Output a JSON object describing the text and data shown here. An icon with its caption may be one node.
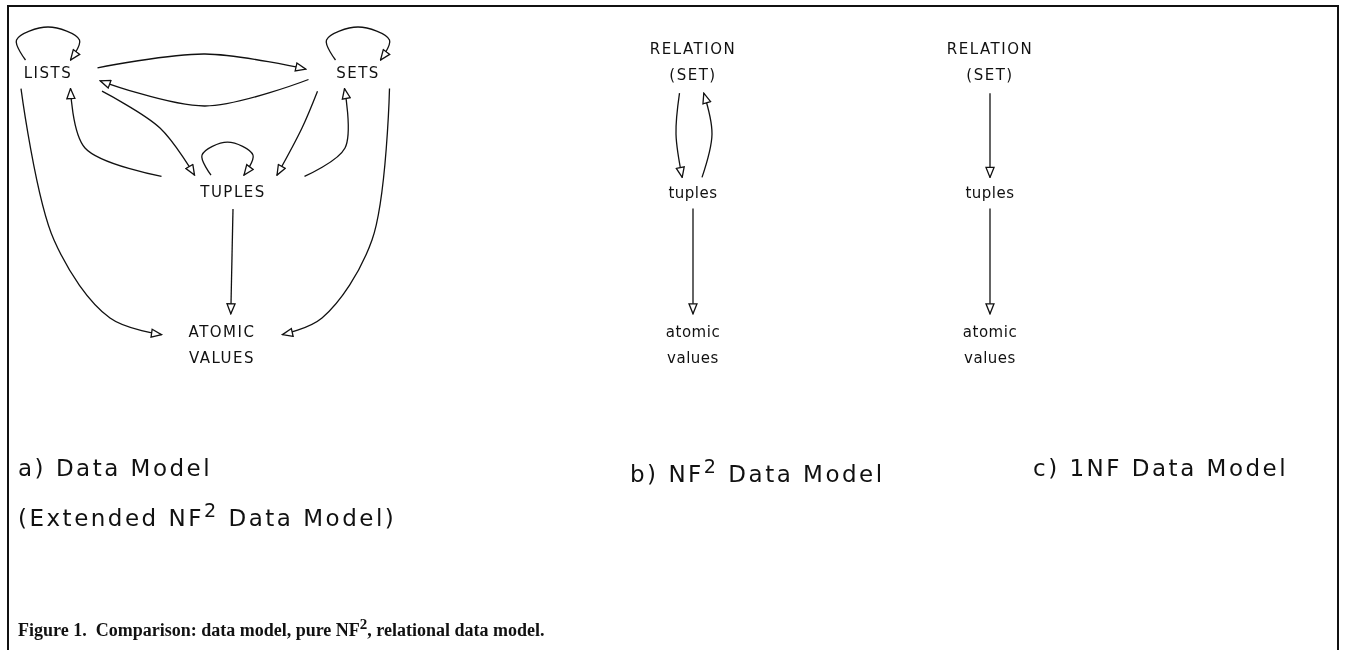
{
  "diagram": {
    "caption": "Figure 1.  Comparison: data model, pure NF$^{2}$, relational data model.",
    "nodes": [
      {
        "text": [
          "LISTS"
        ]
      },
      {
        "text": [
          "SETS"
        ]
      },
      {
        "text": [
          "TUPLES"
        ]
      },
      {
        "text": [
          "ATOMIC VALUES"
        ]
      },
      {
        "text": [
          "RELATION (SET)"
        ]
      },
      {
        "text": [
          "tuples"
        ]
      },
      {
        "text": [
          "atomic values"
        ]
      },
      {
        "text": [
          "RELATION (SET)"
        ]
      },
      {
        "text": [
          "tuples"
        ]
      },
      {
        "text": [
          "atomic values"
        ]
      }
    ],
    "edges": [
      {
        "from": 0,
        "to": 0,
        "arrow": "to"
      },
      {
        "from": 1,
        "to": 1,
        "arrow": "to"
      },
      {
        "from": 0,
        "to": 1,
        "arrow": "to"
      },
      {
        "from": 1,
        "to": 0,
        "arrow": "to"
      },
      {
        "from": 2,
        "to": 0,
        "arrow": "to"
      },
      {
        "from": 0,
        "to": 2,
        "arrow": "to"
      },
      {
        "from": 1,
        "to": 2,
        "arrow": "to"
      },
      {
        "from": 2,
        "to": 1,
        "arrow": "to"
      },
      {
        "from": 2,
        "to": 2,
        "arrow": "to"
      },
      {
        "from": 0,
        "to": 3,
        "arrow": "to"
      },
      {
        "from": 2,
        "to": 3,
        "arrow": "to"
      },
      {
        "from": 1,
        "to": 3,
        "arrow": "to"
      },
      {
        "from": 4,
        "to": 5,
        "arrow": "to"
      },
      {
        "from": 5,
        "to": 4,
        "arrow": "to"
      },
      {
        "from": 5,
        "to": 6,
        "arrow": "to"
      },
      {
        "from": 7,
        "to": 8,
        "arrow": "to"
      },
      {
        "from": 8,
        "to": 9,
        "arrow": "to"
      }
    ],
    "labels": [
      "a) Data Model",
      "b) NF$^{2}$ Data Model",
      "c) 1NF Data Model",
      "(Extended NF$^{2}$ Data Model)"
    ]
  }
}
